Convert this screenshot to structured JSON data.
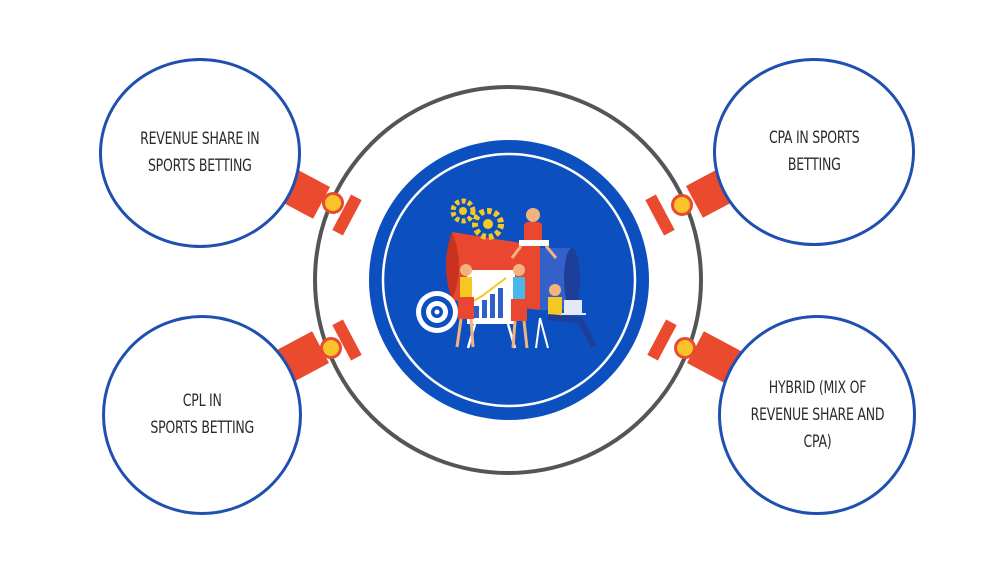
{
  "nodes": {
    "revenue_share": {
      "label": "REVENUE SHARE IN\nSPORTS BETTING"
    },
    "cpa": {
      "label": "CPA IN SPORTS\nBETTING"
    },
    "cpl": {
      "label": "CPL IN\nSPORTS BETTING"
    },
    "hybrid": {
      "label": "HYBRID (MIX OF\nREVENUE SHARE AND\nCPA)"
    }
  },
  "colors": {
    "outline_blue": "#1f4fb0",
    "hub_blue": "#0c4fbf",
    "ring_gray": "#555555",
    "connector_red": "#ea4a2e",
    "connector_yellow": "#f8c42a"
  },
  "illustration": {
    "description_icons": [
      "gear-icon",
      "megaphone-icon",
      "target-icon",
      "growth-chart-icon",
      "laptop-icon"
    ]
  }
}
